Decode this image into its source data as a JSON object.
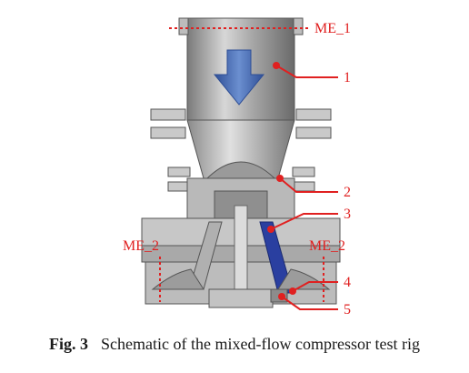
{
  "measurement_planes": {
    "top": "ME_1",
    "left": "ME_2",
    "right": "ME_2"
  },
  "callouts": [
    "1",
    "2",
    "3",
    "4",
    "5"
  ],
  "caption": {
    "number": "Fig. 3",
    "text": "Schematic of the mixed-flow compressor test rig"
  },
  "colors": {
    "marker": "#e02020",
    "arrow": "#3f68b0",
    "blade": "#2a3fa0"
  }
}
